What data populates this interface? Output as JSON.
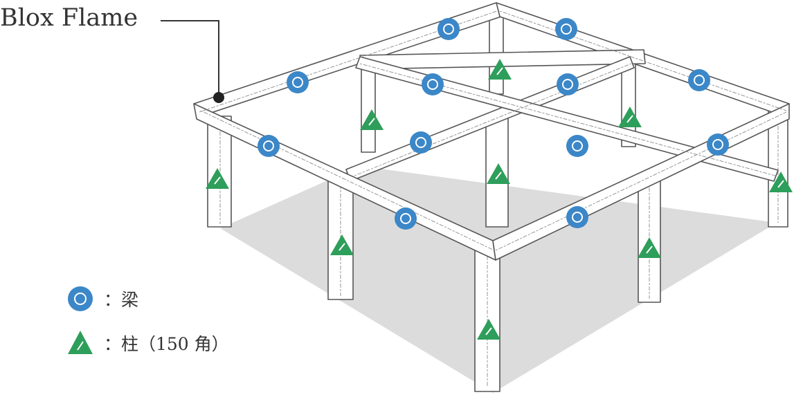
{
  "callout": {
    "label": "Blox Flame"
  },
  "legend": {
    "beam": {
      "text": "：梁",
      "icon": "beam-marker-icon",
      "color": "#3b87c8"
    },
    "column": {
      "text": "：柱（150 角）",
      "icon": "column-marker-icon",
      "color": "#2e9e5b"
    }
  },
  "colors": {
    "floor_shadow": "#dcdcdc",
    "frame_fill": "#ffffff",
    "frame_outline": "#555555",
    "beam_marker": "#3b87c8",
    "column_marker": "#2e9e5b"
  }
}
